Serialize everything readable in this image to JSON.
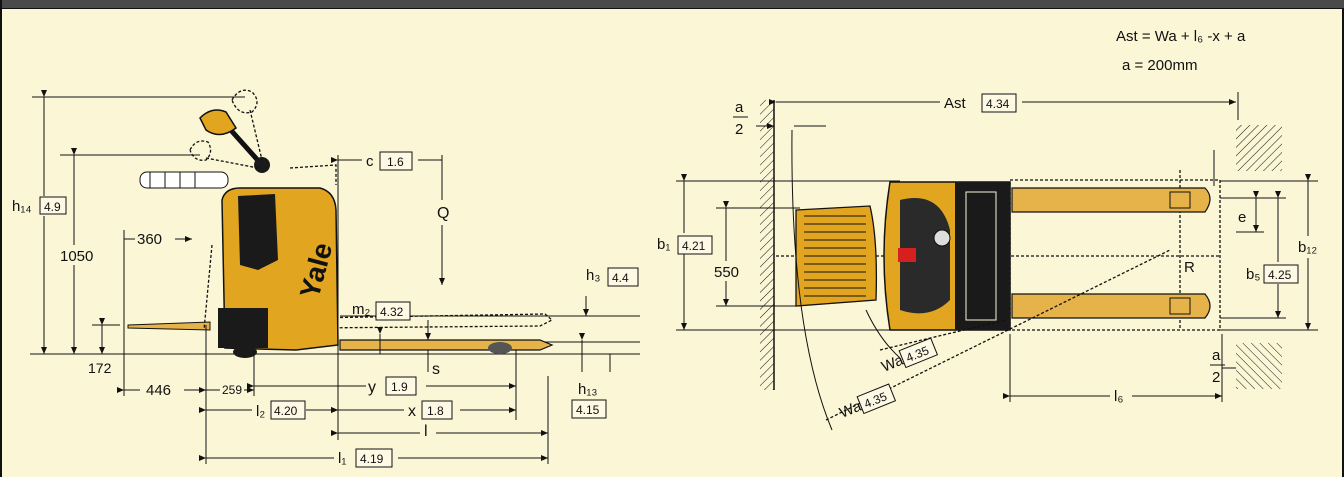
{
  "formula": {
    "line1": "Ast = Wa + l₆ -x + a",
    "line2": "a = 200mm"
  },
  "left_view": {
    "h14": {
      "symbol": "h₁₄",
      "code": "4.9"
    },
    "dim_1050": "1050",
    "dim_360": "360",
    "dim_172": "172",
    "dim_446": "446",
    "dim_259": "259",
    "c": {
      "symbol": "c",
      "code": "1.6"
    },
    "Q": "Q",
    "h3": {
      "symbol": "h₃",
      "code": "4.4"
    },
    "m2": {
      "symbol": "m₂",
      "code": "4.32"
    },
    "s": "s",
    "y": {
      "symbol": "y",
      "code": "1.9"
    },
    "h13": {
      "symbol": "h₁₃",
      "code": "4.15"
    },
    "l2": {
      "symbol": "l₂",
      "code": "4.20"
    },
    "x": {
      "symbol": "x",
      "code": "1.8"
    },
    "l": "l",
    "l1": {
      "symbol": "l₁",
      "code": "4.19"
    },
    "brand": "Yale"
  },
  "right_view": {
    "a_half_top": {
      "num": "a",
      "den": "2"
    },
    "Ast": {
      "symbol": "Ast",
      "code": "4.34"
    },
    "b1": {
      "symbol": "b₁",
      "code": "4.21"
    },
    "dim_550": "550",
    "e": "e",
    "R": "R",
    "b5": {
      "symbol": "b₅",
      "code": "4.25"
    },
    "b12": "b₁₂",
    "wa_inner": {
      "symbol": "Wa",
      "code": "4.35"
    },
    "wa_outer": {
      "symbol": "Wa",
      "code": "4.35"
    },
    "a_half_bottom": {
      "num": "a",
      "den": "2"
    },
    "l6": "l₆"
  },
  "colors": {
    "background": "#fbf6d6",
    "truck_body": "#e2a520",
    "fork": "#e6b34a",
    "outline": "#111111"
  }
}
